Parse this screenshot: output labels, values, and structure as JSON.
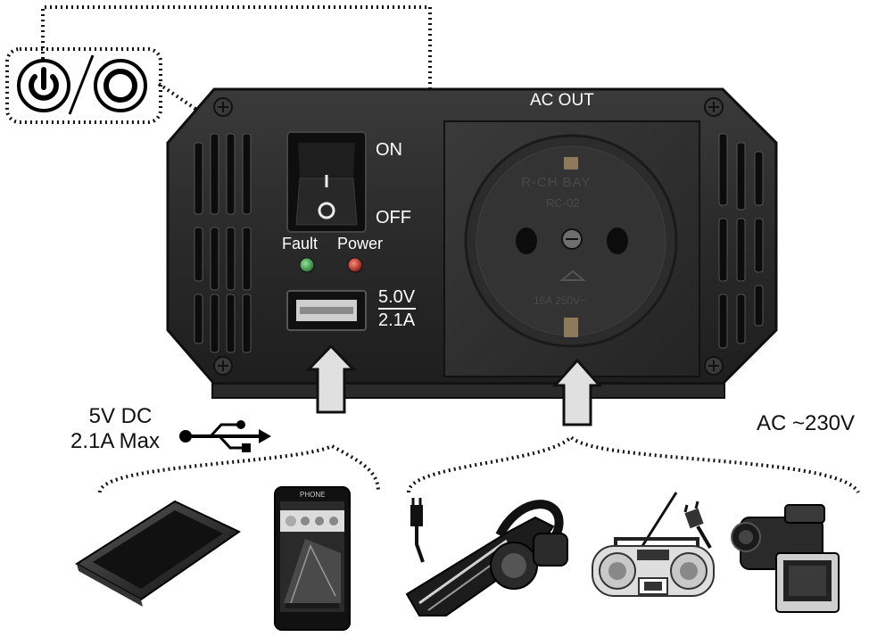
{
  "power_symbols": {
    "power_on_icon": "standby-power-icon",
    "separator": "/",
    "power_off_icon": "power-off-circle-icon"
  },
  "panel": {
    "ac_out_label": "AC   OUT",
    "switch_on_label": "ON",
    "switch_off_label": "OFF",
    "switch_on_mark": "I",
    "switch_off_mark": "O",
    "fault_label": "Fault",
    "power_label": "Power",
    "usb_voltage": "5.0V",
    "usb_current": "2.1A",
    "socket_brand": "R-CH BAY",
    "socket_model": "RC-02",
    "socket_rating": "16A  250V~"
  },
  "usb_output": {
    "line1": "5V DC",
    "line2": "2.1A Max",
    "icon": "usb-icon"
  },
  "ac_output": {
    "label": "AC ~230V"
  },
  "devices": {
    "usb": [
      "tablet",
      "smartphone"
    ],
    "ac": [
      "handheld-vacuum",
      "boombox-radio",
      "camcorder"
    ]
  },
  "phone_screen": {
    "status_text": "PHONE"
  },
  "colors": {
    "housing": "#2b2b2b",
    "housing_dark": "#1a1a1a",
    "led_fault": "#3fa04a",
    "led_power": "#c0392b",
    "arrow_fill": "#d9d9d9"
  }
}
